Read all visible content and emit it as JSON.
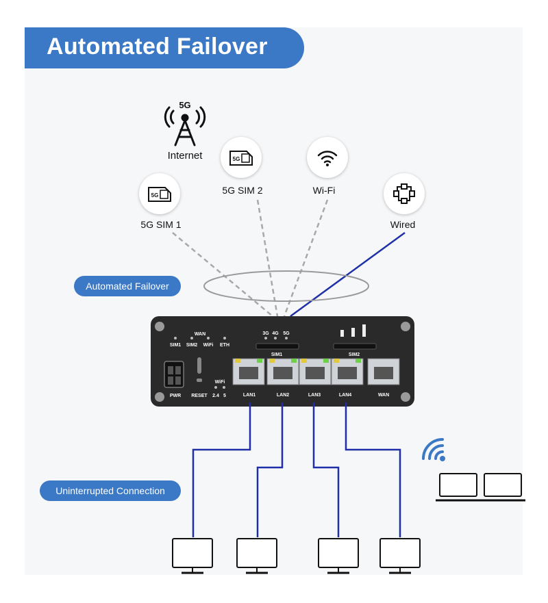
{
  "title": "Automated Failover",
  "sources": {
    "internet": {
      "label": "Internet",
      "badge": "5G"
    },
    "sim1": {
      "label": "5G SIM 1",
      "badge": "5G"
    },
    "sim2": {
      "label": "5G SIM 2",
      "badge": "5G"
    },
    "wifi": {
      "label": "Wi-Fi"
    },
    "wired": {
      "label": "Wired"
    }
  },
  "pills": {
    "failover": "Automated Failover",
    "uninterrupted": "Uninterrupted Connection"
  },
  "router": {
    "top_left": {
      "wan": "WAN",
      "sim1": "SIM1",
      "sim2": "SIM2",
      "wifi": "WiFi",
      "eth": "ETH"
    },
    "signal": {
      "g3": "3G",
      "g4": "4G",
      "g5": "5G"
    },
    "slots": {
      "sim1": "SIM1",
      "sim2": "SIM2"
    },
    "bottom": {
      "pwr": "PWR",
      "reset": "RESET",
      "wifi": "WiFi",
      "wifi_24": "2.4",
      "wifi_5": "5"
    },
    "ports": [
      "LAN1",
      "LAN2",
      "LAN3",
      "LAN4",
      "WAN"
    ]
  },
  "colors": {
    "accent": "#3b78c6",
    "wired_line": "#1f2fa8",
    "wireless_line": "#a8a8a8",
    "router_body": "#2a2a2a"
  }
}
